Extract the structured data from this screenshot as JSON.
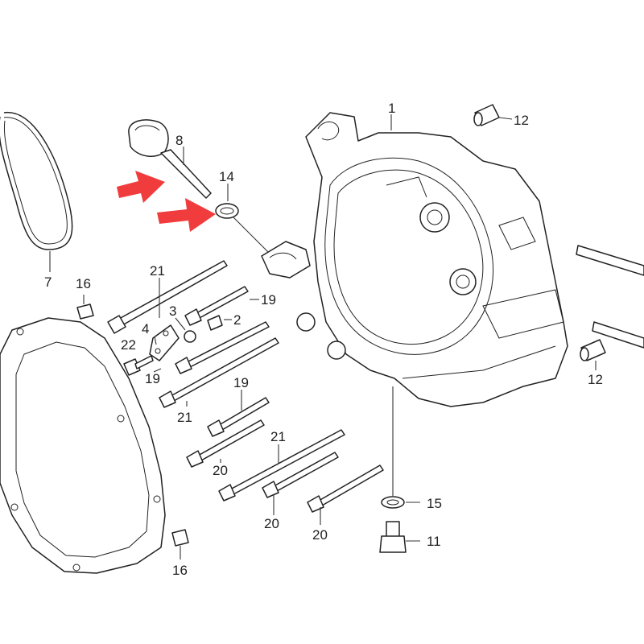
{
  "callouts": [
    {
      "id": "c1",
      "text": "1"
    },
    {
      "id": "c12a",
      "text": "12"
    },
    {
      "id": "c8",
      "text": "8"
    },
    {
      "id": "c14",
      "text": "14"
    },
    {
      "id": "c7",
      "text": "7"
    },
    {
      "id": "c16a",
      "text": "16"
    },
    {
      "id": "c21a",
      "text": "21"
    },
    {
      "id": "c19a",
      "text": "19"
    },
    {
      "id": "c3",
      "text": "3"
    },
    {
      "id": "c2",
      "text": "2"
    },
    {
      "id": "c4",
      "text": "4"
    },
    {
      "id": "c22",
      "text": "22"
    },
    {
      "id": "c19b",
      "text": "19"
    },
    {
      "id": "c21b",
      "text": "21"
    },
    {
      "id": "c19c",
      "text": "19"
    },
    {
      "id": "c12b",
      "text": "12"
    },
    {
      "id": "c20a",
      "text": "20"
    },
    {
      "id": "c21c",
      "text": "21"
    },
    {
      "id": "c20b",
      "text": "20"
    },
    {
      "id": "c20c",
      "text": "20"
    },
    {
      "id": "c15",
      "text": "15"
    },
    {
      "id": "c11",
      "text": "11"
    },
    {
      "id": "c16b",
      "text": "16"
    }
  ],
  "colors": {
    "arrow": "#f03c3c",
    "line": "#222222"
  }
}
